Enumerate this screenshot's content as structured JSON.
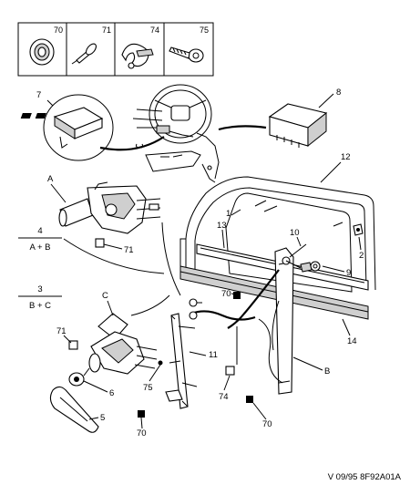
{
  "legend_items": [
    {
      "ref": "70",
      "icon": "round-grommet-icon"
    },
    {
      "ref": "71",
      "icon": "push-rivet-icon"
    },
    {
      "ref": "74",
      "icon": "clip-fastener-icon"
    },
    {
      "ref": "75",
      "icon": "self-tapping-screw-icon"
    }
  ],
  "part_labels": {
    "p1": "1",
    "p2": "2",
    "p3": "3",
    "p4": "4",
    "p5": "5",
    "p6": "6",
    "p7": "7",
    "p8": "8",
    "p9": "9",
    "p10": "10",
    "p11": "11",
    "p12": "12",
    "p13": "13",
    "p14": "14",
    "pA": "A",
    "pB": "B",
    "pC": "C",
    "c70a": "70",
    "c70b": "70",
    "c70c": "70",
    "c71a": "71",
    "c71b": "71",
    "c74": "74",
    "c75": "75"
  },
  "variants": [
    {
      "ref": "4",
      "condition": "A + B"
    },
    {
      "ref": "3",
      "condition": "B + C"
    }
  ],
  "footer_code": "V 09/95  8F92A01A"
}
